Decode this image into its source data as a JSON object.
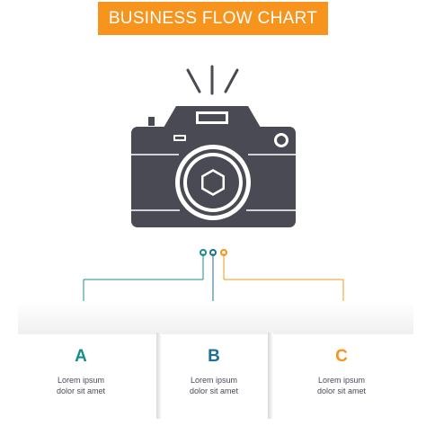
{
  "header": {
    "title": "BUSINESS FLOW CHART",
    "bg_color": "#F7941D"
  },
  "icon": {
    "name": "camera-icon",
    "color": "#4A4A54"
  },
  "steps": [
    {
      "letter": "A",
      "line1": "Lorem ipsum",
      "line2": "dolor sit amet",
      "color": "#1A8C8C"
    },
    {
      "letter": "B",
      "line1": "Lorem ipsum",
      "line2": "dolor sit amet",
      "color": "#1F6E96"
    },
    {
      "letter": "C",
      "line1": "Lorem ipsum",
      "line2": "dolor sit amet",
      "color": "#F7941D"
    }
  ]
}
